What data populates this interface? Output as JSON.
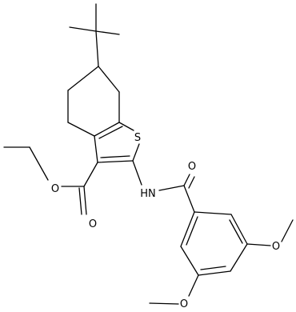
{
  "molecule": {
    "atoms": {
      "sulfur": "S",
      "ester_carbonyl_oxygen": "O",
      "ester_ether_oxygen": "O",
      "amide_nitrogen": "HN",
      "amide_carbonyl_oxygen": "O",
      "methoxy_oxygen_right": "O",
      "methoxy_oxygen_bottom": "O"
    }
  }
}
